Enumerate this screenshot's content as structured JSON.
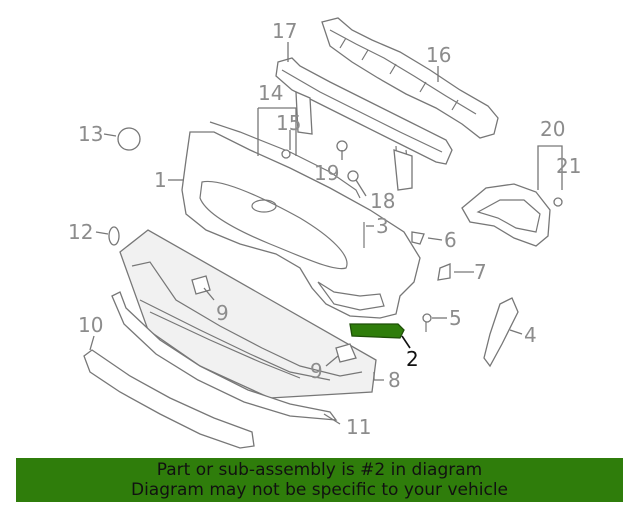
{
  "diagram": {
    "callouts": {
      "c1": "1",
      "c2": "2",
      "c3": "3",
      "c4": "4",
      "c5": "5",
      "c6": "6",
      "c7": "7",
      "c8": "8",
      "c9a": "9",
      "c9b": "9",
      "c10": "10",
      "c11": "11",
      "c12": "12",
      "c13": "13",
      "c14": "14",
      "c15": "15",
      "c16": "16",
      "c17": "17",
      "c18": "18",
      "c19": "19",
      "c20": "20",
      "c21": "21"
    },
    "highlighted_part": "2",
    "colors": {
      "highlight": "#2f7d0b",
      "line": "#777777",
      "callout": "#8c8c8c"
    }
  },
  "footer": {
    "line1": "Part or sub-assembly is #2 in diagram",
    "line2": "Diagram may not be specific to your vehicle",
    "background": "#2f7d0b"
  }
}
